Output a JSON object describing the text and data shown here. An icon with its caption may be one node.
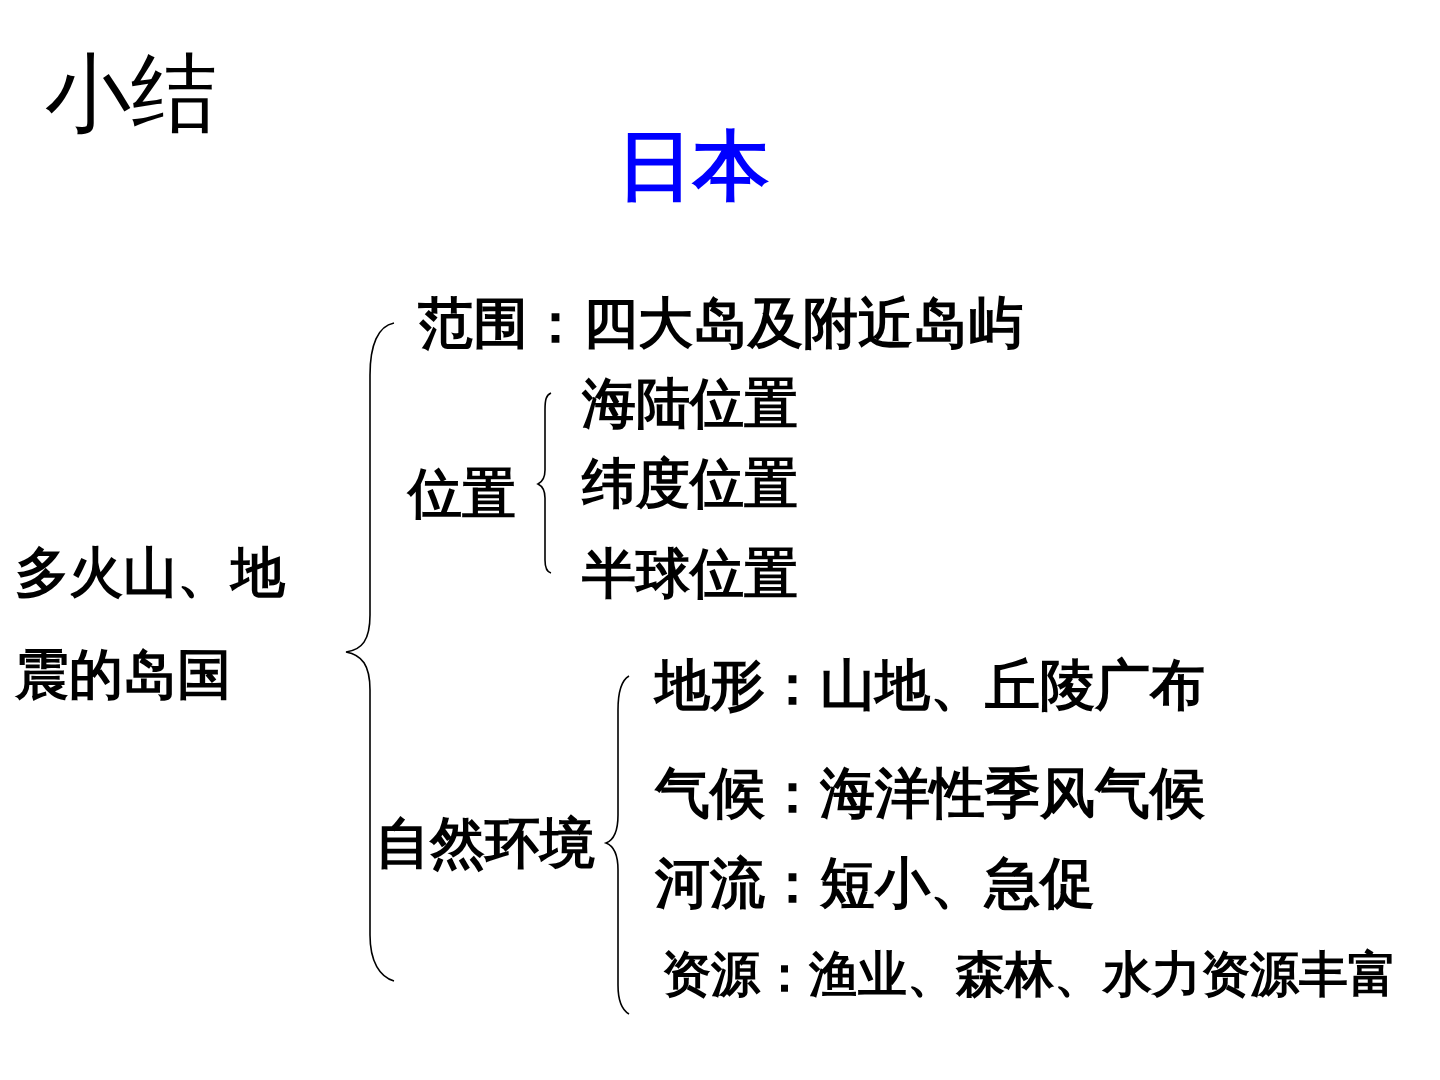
{
  "diagram": {
    "title": "日本",
    "labels": [
      "小结",
      "多火山、地震的岛国",
      "范围：四大岛及附近岛屿",
      "位置",
      "海陆位置",
      "纬度位置",
      "半球位置",
      "自然环境",
      "地形：山地、丘陵广布",
      "气候：海洋性季风气候",
      "河流：短小、急促",
      "资源：渔业、森林、水力资源丰富"
    ]
  }
}
